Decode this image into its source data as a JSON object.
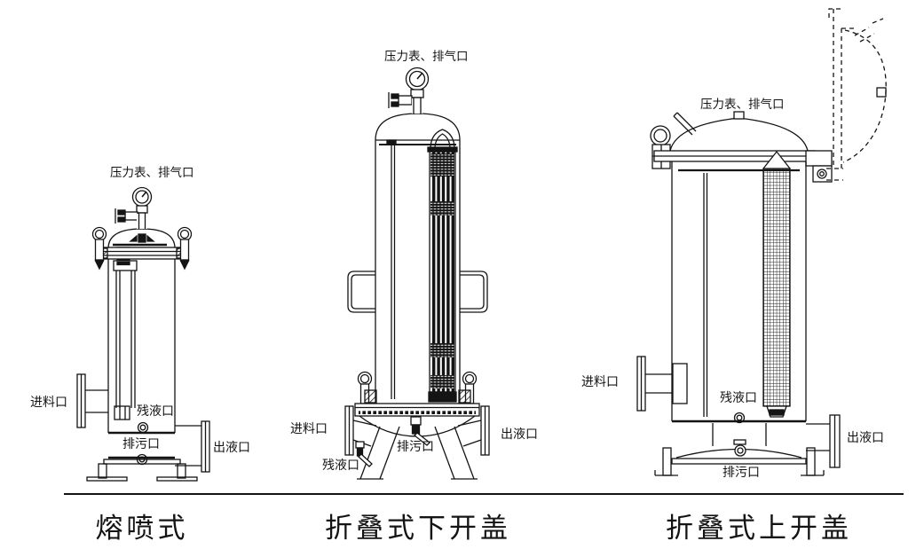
{
  "diagram": {
    "title_implicit": "filter vessel types",
    "background_color": "#ffffff",
    "line_color": "#141414",
    "baseline_present": true
  },
  "vessels": [
    {
      "id": "melt-blown",
      "caption": "熔喷式",
      "top_label": "压力表、排气口",
      "ports": {
        "inlet": "进料口",
        "residual": "残液口",
        "drain": "排污口",
        "outlet": "出液口"
      }
    },
    {
      "id": "pleated-bottom-open",
      "caption": "折叠式下开盖",
      "top_label": "压力表、排气口",
      "ports": {
        "inlet": "进料口",
        "residual": "残液口",
        "drain": "排污口",
        "outlet": "出液口"
      }
    },
    {
      "id": "pleated-top-open",
      "caption": "折叠式上开盖",
      "top_label": "压力表、排气口",
      "ports": {
        "inlet": "进料口",
        "residual": "残液口",
        "drain": "排污口",
        "outlet": "出液口"
      }
    }
  ]
}
